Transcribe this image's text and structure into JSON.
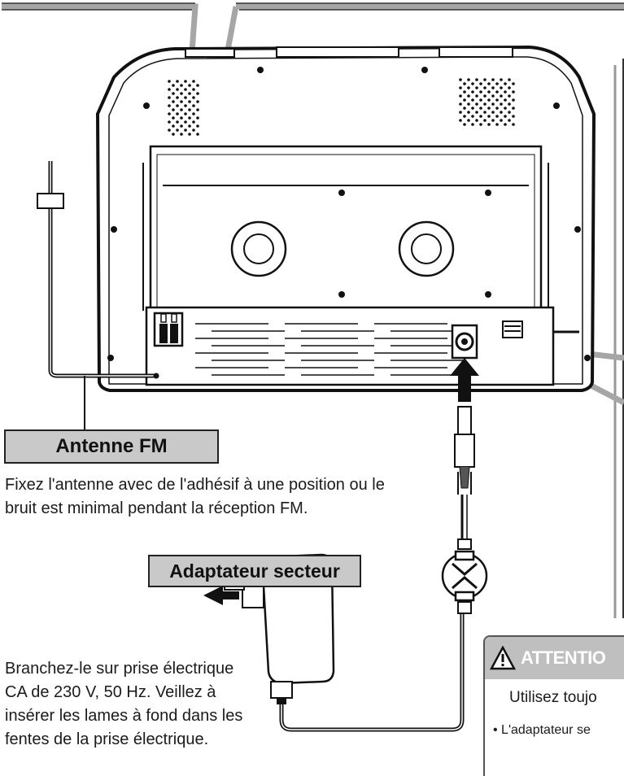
{
  "labels": {
    "antenna_title": "Antenne FM",
    "adapter_title": "Adaptateur secteur"
  },
  "antenna_text": [
    "Fixez l'antenne avec de l'adhésif à une position ou le",
    "bruit est minimal pendant la réception FM."
  ],
  "adapter_text": [
    "Branchez-le sur prise électrique",
    "CA de 230 V, 50 Hz. Veillez à",
    "insérer les lames à fond dans les",
    "fentes de la prise électrique."
  ],
  "attention": {
    "title": "ATTENTIO",
    "line1": "Utilisez toujo",
    "line2": "• L'adaptateur se"
  },
  "icons": {
    "warning": "warning-triangle-icon",
    "arrow_left": "arrow-left-icon",
    "arrow_up": "arrow-up-icon"
  },
  "colors": {
    "label_fill": "#c9c9c9",
    "callout_line": "#a6a6a6",
    "attention_header": "#bfbfbf"
  }
}
